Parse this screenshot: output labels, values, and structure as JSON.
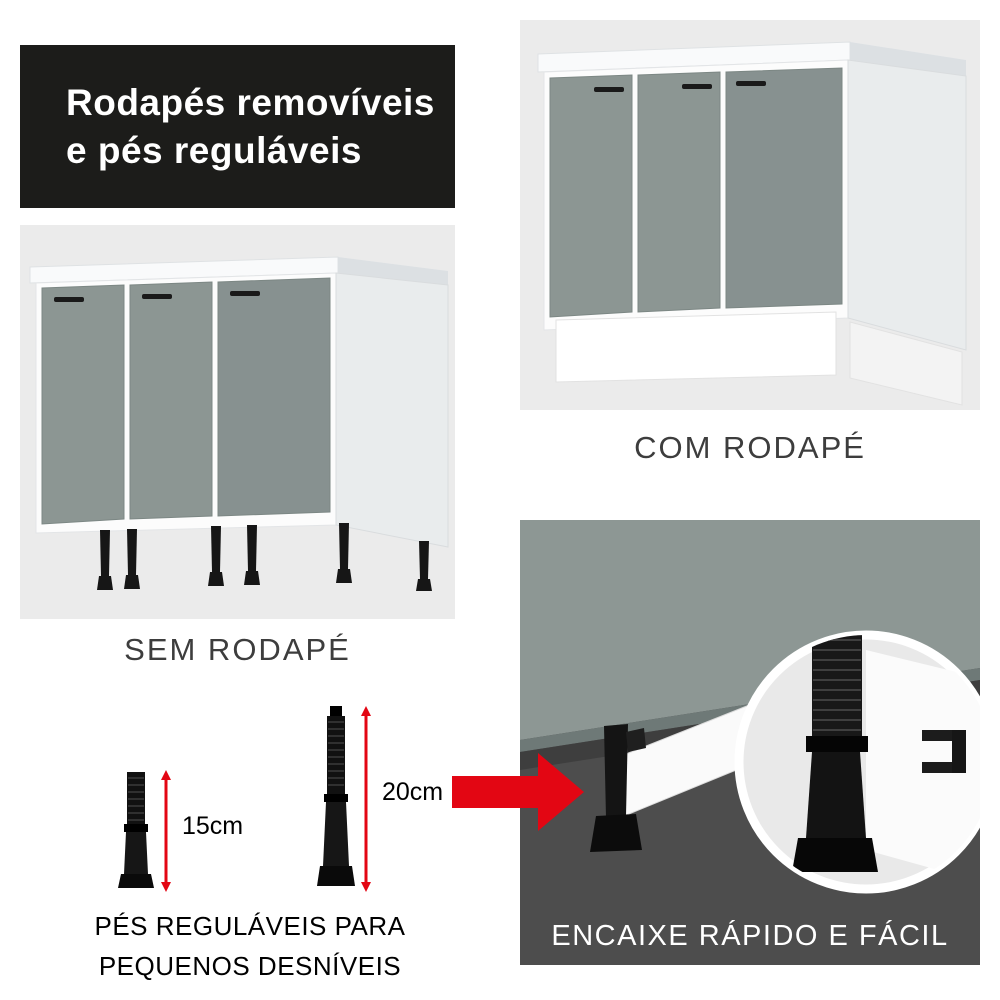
{
  "header": {
    "line1": "Rodapés removíveis",
    "line2": "e pés reguláveis"
  },
  "labels": {
    "with_baseboard": "COM RODAPÉ",
    "without_baseboard": "SEM RODAPÉ",
    "quick_fit": "ENCAIXE RÁPIDO E FÁCIL"
  },
  "measurements": {
    "short_foot": "15cm",
    "tall_foot": "20cm"
  },
  "caption": {
    "line1": "PÉS REGULÁVEIS PARA",
    "line2": "PEQUENOS DESNÍVEIS"
  },
  "colors": {
    "accent_red": "#e30613",
    "header_bg": "#1c1c1a",
    "panel_light": "#ebebeb",
    "panel_dark": "#4d4d4d",
    "door_gray": "#8c9693",
    "foot_black": "#141414",
    "label_text": "#3d3d3d",
    "white": "#ffffff"
  },
  "icons": {
    "red_arrow": "arrow-right-icon",
    "magnifier": "magnifier-circle-icon",
    "short_foot": "adjustable-foot-15-icon",
    "tall_foot": "adjustable-foot-20-icon",
    "measure_lines": "measure-line-icon"
  }
}
